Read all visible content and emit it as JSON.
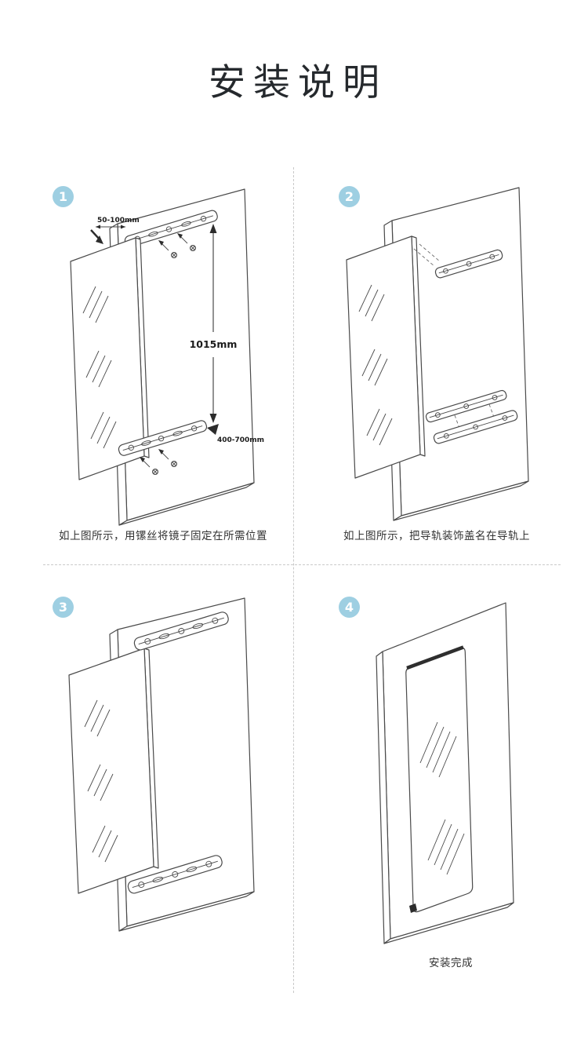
{
  "page": {
    "title": "安装说明"
  },
  "steps": [
    {
      "number": "1",
      "caption": "如上图所示，用镙丝将镜子固定在所需位置",
      "annotations": {
        "top_offset": "50-100mm",
        "height": "1015mm",
        "bottom_offset": "400-700mm"
      }
    },
    {
      "number": "2",
      "caption": "如上图所示，把导轨装饰盖名在导轨上"
    },
    {
      "number": "3"
    },
    {
      "number": "4",
      "caption": "安装完成"
    }
  ],
  "colors": {
    "badge_blue": "#9ecfe2",
    "line_dark": "#4a4a4a",
    "divider_gray": "#c9c9c9",
    "title_dark": "#25292d",
    "caption_dark": "#333333"
  }
}
